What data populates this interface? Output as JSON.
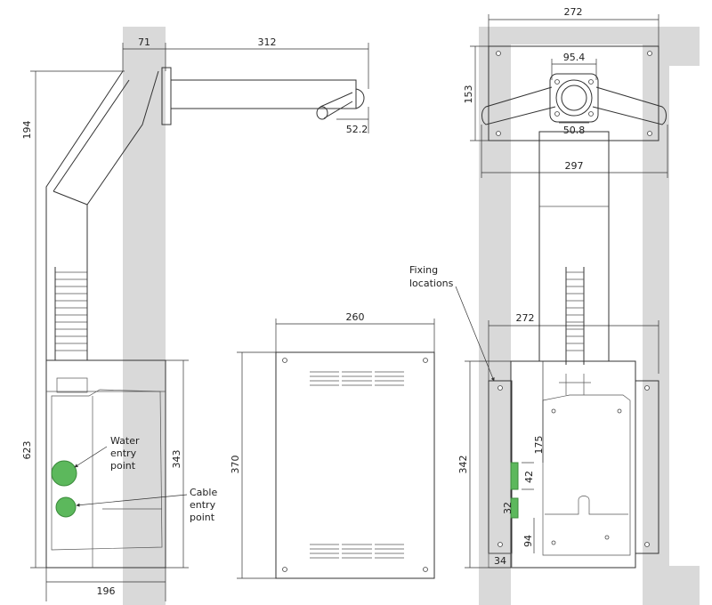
{
  "dimensions": {
    "side_wall_depth": "71",
    "spout_length": "312",
    "spout_drop": "52.2",
    "side_upper_height": "194",
    "side_total_height": "623",
    "side_box_height": "343",
    "side_box_width": "196",
    "front_top_width": "272",
    "bracket_height": "153",
    "bracket_centre_top": "95.4",
    "bracket_centre_bottom": "50.8",
    "arm_span": "297",
    "cover_width": "260",
    "cover_height": "370",
    "back_width": "272",
    "back_height": "342",
    "fix_to_top": "175",
    "green_upper_height": "42",
    "green_lower_height": "32",
    "bottom_offset": "94",
    "side_offset": "34"
  },
  "labels": {
    "water_line1": "Water",
    "water_line2": "entry",
    "water_line3": "point",
    "cable_line1": "Cable",
    "cable_line2": "entry",
    "cable_line3": "point",
    "fixing_line1": "Fixing",
    "fixing_line2": "locations"
  },
  "colors": {
    "wall": "#d9d9d9",
    "entry_point": "#5cb85c"
  }
}
